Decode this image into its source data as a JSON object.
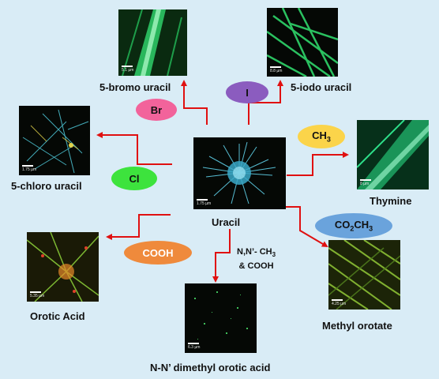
{
  "colors": {
    "background": "#d9ecf6",
    "arrow": "#e01010",
    "pill_br": "#f2639b",
    "pill_i": "#8b5cbf",
    "pill_ch3": "#fbd44a",
    "pill_cl": "#3de33d",
    "pill_cooh": "#ef8a3c",
    "pill_co2ch3": "#6aa3dc"
  },
  "center": {
    "label": "Uracil",
    "scale": "1.75 µm"
  },
  "products": {
    "bromo": {
      "label": "5-bromo uracil",
      "scale": "5.1 µm"
    },
    "iodo": {
      "label": "5-iodo uracil",
      "scale": "8.8 µm"
    },
    "chloro": {
      "label": "5-chloro uracil",
      "scale": "1.75 µm"
    },
    "thymine": {
      "label": "Thymine",
      "scale": "8 µm"
    },
    "orotic": {
      "label": "Orotic Acid",
      "scale": "5.35 µm"
    },
    "dimethyl": {
      "label": "N-N’ dimethyl orotic acid",
      "scale": "6.3 µm"
    },
    "methyl_orotate": {
      "label": "Methyl orotate",
      "scale": "4.25 µm"
    }
  },
  "substituents": {
    "br": "Br",
    "i": "I",
    "ch3_main": "CH",
    "ch3_sub": "3",
    "cl": "Cl",
    "cooh": "COOH",
    "co2ch3_a": "CO",
    "co2ch3_a_sub": "2",
    "co2ch3_b": "CH",
    "co2ch3_b_sub": "3",
    "nn_line1": "N,N’- CH",
    "nn_line1_sub": "3",
    "nn_line2": "& COOH"
  }
}
